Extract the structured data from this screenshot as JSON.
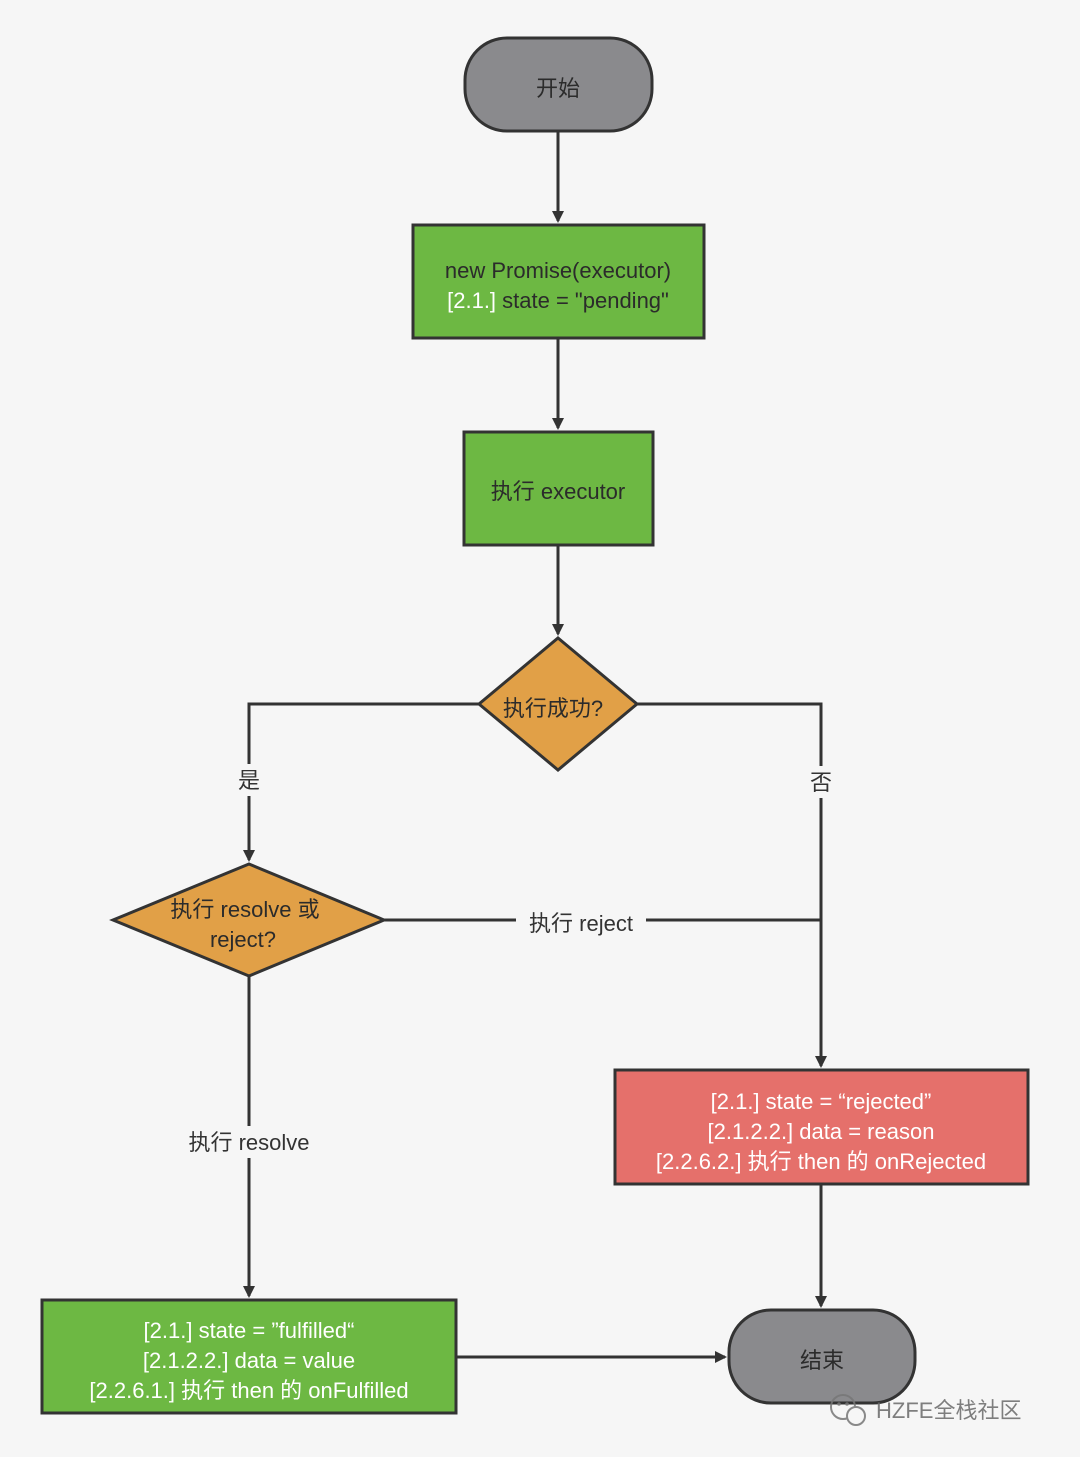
{
  "colors": {
    "background": "#f6f6f6",
    "terminal": "#8a8a8d",
    "process": "#6db843",
    "decision": "#e1a047",
    "rejected": "#e5706b",
    "stroke": "#333333"
  },
  "nodes": {
    "start": {
      "label": "开始"
    },
    "new_promise": {
      "line1": "new Promise(executor)",
      "line2_prefix": "[2.1.]",
      "line2_rest": " state = \"pending\""
    },
    "run_executor": {
      "label": "执行 executor"
    },
    "success_check": {
      "label": "执行成功?"
    },
    "resolve_or_reject": {
      "line1": "执行 resolve 或",
      "line2": "reject?"
    },
    "rejected": {
      "line1_prefix": "[2.1.]",
      "line1_rest": " state = “rejected”",
      "line2_prefix": "[2.1.2.2.]",
      "line2_rest": " data = reason",
      "line3_prefix": "[2.2.6.2.]",
      "line3_rest": " 执行 then 的 onRejected"
    },
    "fulfilled": {
      "line1_prefix": "[2.1.]",
      "line1_rest": " state = ”fulfilled“",
      "line2_prefix": "[2.1.2.2.]",
      "line2_rest": " data = value",
      "line3_prefix": "[2.2.6.1.]",
      "line3_rest": " 执行 then 的 onFulfilled"
    },
    "end": {
      "label": "结束"
    }
  },
  "edge_labels": {
    "yes": "是",
    "no": "否",
    "call_reject": "执行 reject",
    "call_resolve": "执行 resolve"
  },
  "watermark": {
    "text": "HZFE全栈社区",
    "icon": "wechat-icon"
  }
}
